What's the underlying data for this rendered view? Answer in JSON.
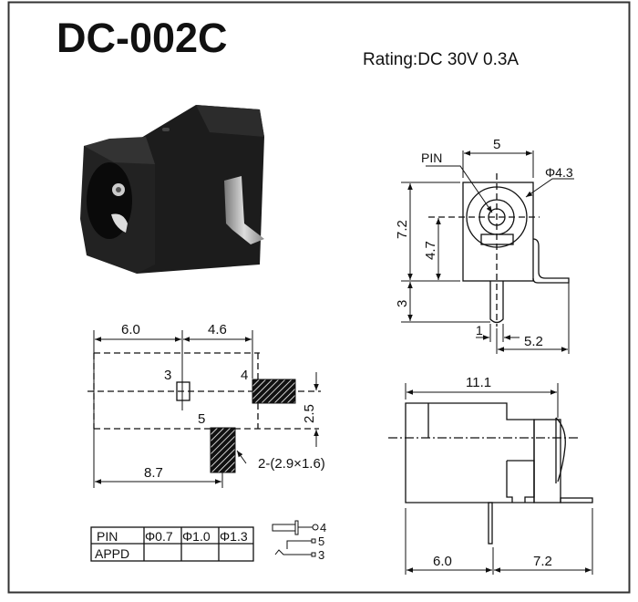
{
  "title": "DC-002C",
  "rating": "Rating:DC 30V 0.3A",
  "front_view": {
    "pin_label": "PIN",
    "width": "5",
    "diameter": "Φ4.3",
    "height": "7.2",
    "center_height": "4.7",
    "pin_length": "3",
    "pin_width": "1",
    "tab_offset": "5.2"
  },
  "footprint": {
    "dim_left": "6.0",
    "dim_right": "4.6",
    "pad_3": "3",
    "pad_4": "4",
    "pad_5": "5",
    "dim_vertical": "2.5",
    "dim_bottom": "8.7",
    "pad_size": "2-(2.9×1.6)"
  },
  "side_view": {
    "length": "11.1",
    "dim_left": "6.0",
    "dim_right": "7.2"
  },
  "pin_table": {
    "row_headers": [
      "PIN",
      "APPD"
    ],
    "columns": [
      "Φ0.7",
      "Φ1.0",
      "Φ1.3"
    ],
    "appd_values": [
      "",
      "",
      ""
    ]
  },
  "schematic": {
    "pins": [
      "4",
      "5",
      "3"
    ]
  }
}
